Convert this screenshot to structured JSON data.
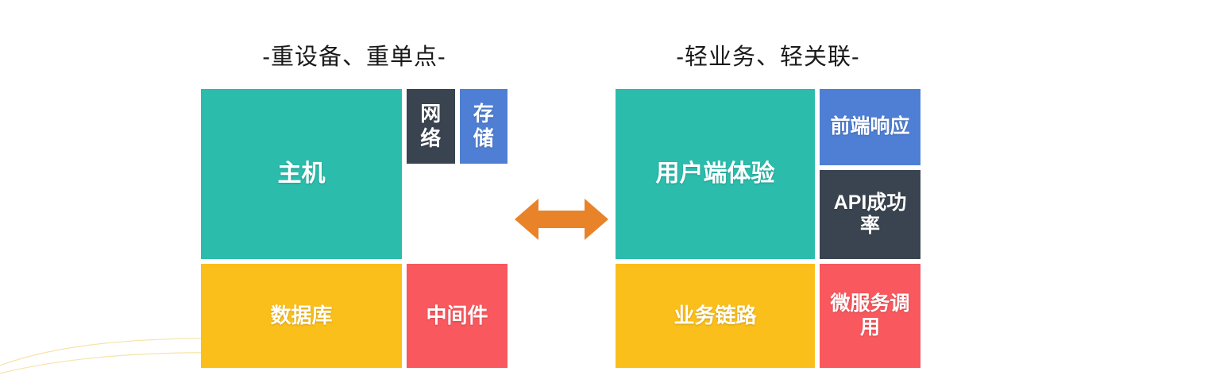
{
  "palette": {
    "teal": "#2BBCAC",
    "blue": "#4F7FD4",
    "dark": "#3A4450",
    "yellow": "#FBBF1B",
    "red": "#F9585E",
    "arrow_orange": "#E8832A",
    "background": "#FFFFFF",
    "title_text": "#1A1A1A",
    "cell_text": "#FFFFFF",
    "deco_curve": "#F7E3A8"
  },
  "left_panel": {
    "title": "-重设备、重单点-",
    "cells": [
      {
        "id": "host",
        "label": "主机",
        "color": "#2BBCAC"
      },
      {
        "id": "storage",
        "label": "存储",
        "color": "#4F7FD4"
      },
      {
        "id": "network",
        "label": "网络",
        "color": "#3A4450"
      },
      {
        "id": "database",
        "label": "数据库",
        "color": "#FBBF1B"
      },
      {
        "id": "middleware",
        "label": "中间件",
        "color": "#F9585E"
      }
    ]
  },
  "right_panel": {
    "title": "-轻业务、轻关联-",
    "cells": [
      {
        "id": "ux",
        "label": "用户端体验",
        "color": "#2BBCAC"
      },
      {
        "id": "frontend",
        "label": "前端响应",
        "color": "#4F7FD4"
      },
      {
        "id": "api",
        "label": "API成功率",
        "color": "#3A4450"
      },
      {
        "id": "bizchain",
        "label": "业务链路",
        "color": "#FBBF1B"
      },
      {
        "id": "microservice",
        "label": "微服务调用",
        "color": "#F9585E"
      }
    ]
  },
  "connector": {
    "icon": "double-arrow-horizontal-icon",
    "color": "#E8832A"
  }
}
